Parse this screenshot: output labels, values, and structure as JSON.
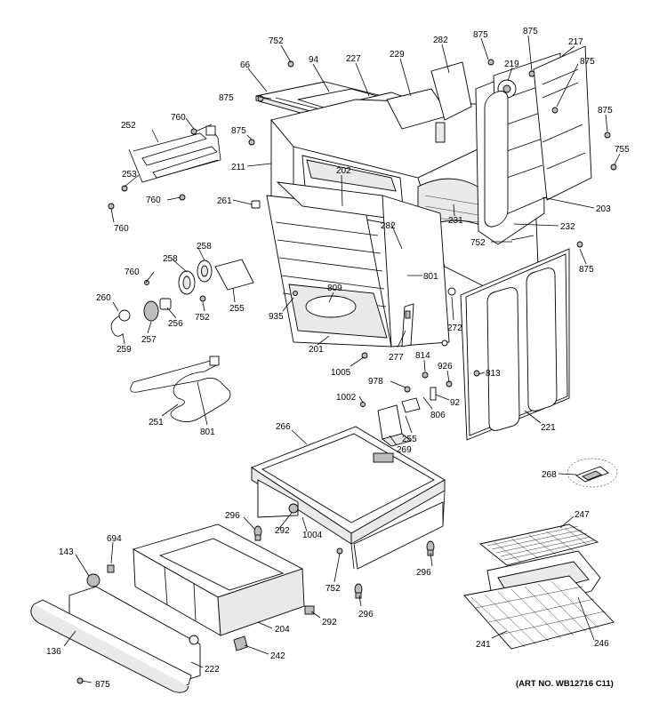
{
  "diagram": {
    "art_number": "(ART NO. WB12716 C11)",
    "part_numbers": {
      "p752a": "752",
      "p66": "66",
      "p94": "94",
      "p227": "227",
      "p229": "229",
      "p282a": "282",
      "p875a": "875",
      "p875b": "875",
      "p219": "219",
      "p217": "217",
      "p875c": "875",
      "p875d": "875",
      "p875e": "875",
      "p875f": "875",
      "p755": "755",
      "p211": "211",
      "p252": "252",
      "p760a": "760",
      "p253": "253",
      "p760b": "760",
      "p760c": "760",
      "p202": "202",
      "p261": "261",
      "p231": "231",
      "p203": "203",
      "p232": "232",
      "p282b": "282",
      "p752b": "752",
      "p875g": "875",
      "p258a": "258",
      "p258b": "258",
      "p760d": "760",
      "p260": "260",
      "p255a": "255",
      "p801a": "801",
      "p809": "809",
      "p935": "935",
      "p256": "256",
      "p752c": "752",
      "p257": "257",
      "p259": "259",
      "p201": "201",
      "p272": "272",
      "p277": "277",
      "p1005": "1005",
      "p814": "814",
      "p926": "926",
      "p813": "813",
      "p978": "978",
      "p251": "251",
      "p801b": "801",
      "p1002": "1002",
      "p806": "806",
      "p92": "92",
      "p255b": "255",
      "p221": "221",
      "p266": "266",
      "p269": "269",
      "p268": "268",
      "p296a": "296",
      "p292a": "292",
      "p1004": "1004",
      "p247": "247",
      "p143": "143",
      "p694": "694",
      "p752d": "752",
      "p296b": "296",
      "p296c": "296",
      "p292b": "292",
      "p204": "204",
      "p136": "136",
      "p241": "241",
      "p246": "246",
      "p242": "242",
      "p222": "222",
      "p875h": "875"
    }
  }
}
